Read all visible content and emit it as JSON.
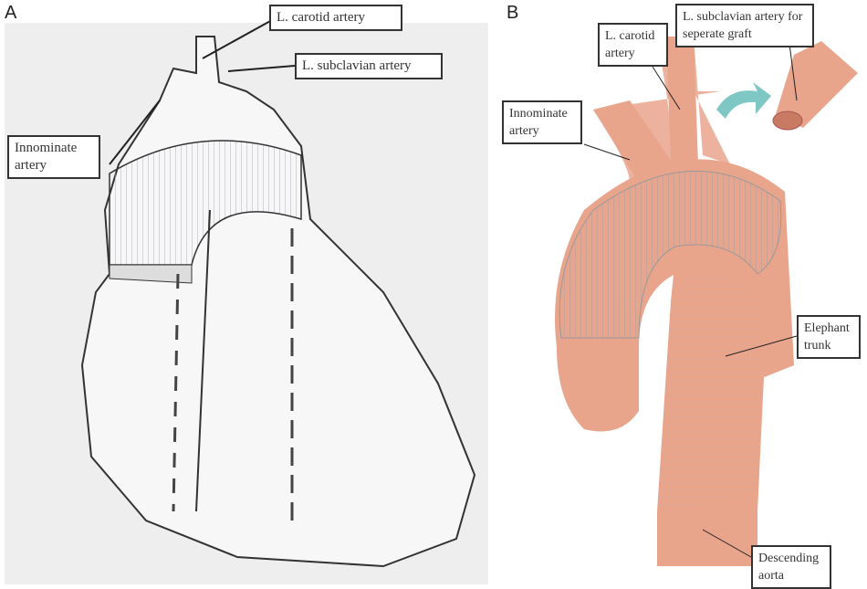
{
  "panels": {
    "a": {
      "letter": "A",
      "labels": {
        "carotid": "L. carotid artery",
        "subclavian": "L. subclavian artery",
        "innominate": "Innominate artery"
      }
    },
    "b": {
      "letter": "B",
      "labels": {
        "carotid": "L. carotid artery",
        "subclavian": "L. subclavian artery for seperate graft",
        "innominate": "Innominate artery",
        "elephant_trunk": "Elephant trunk",
        "descending_aorta": "Descending aorta"
      }
    }
  },
  "colors": {
    "artery": "#e9a58c",
    "graft": "#d7dbe0",
    "arrow": "#7fc7c4",
    "sketch_bg": "#ececec"
  }
}
